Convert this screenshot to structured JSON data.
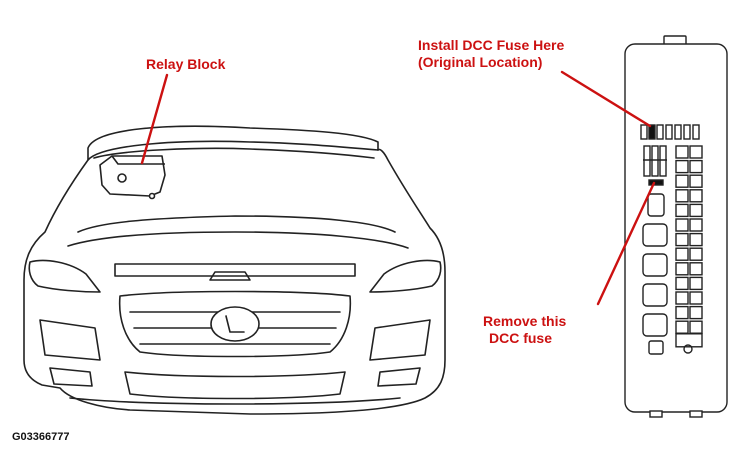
{
  "labels": {
    "relay_block": "Relay Block",
    "install_line1": "Install DCC Fuse Here",
    "install_line2": "(Original Location)",
    "remove_line1": "Remove this",
    "remove_line2": "DCC fuse",
    "figure_code": "G03366777"
  },
  "colors": {
    "callout": "#cc1111",
    "line_art": "#222222",
    "fuse_fill": "#111111"
  }
}
